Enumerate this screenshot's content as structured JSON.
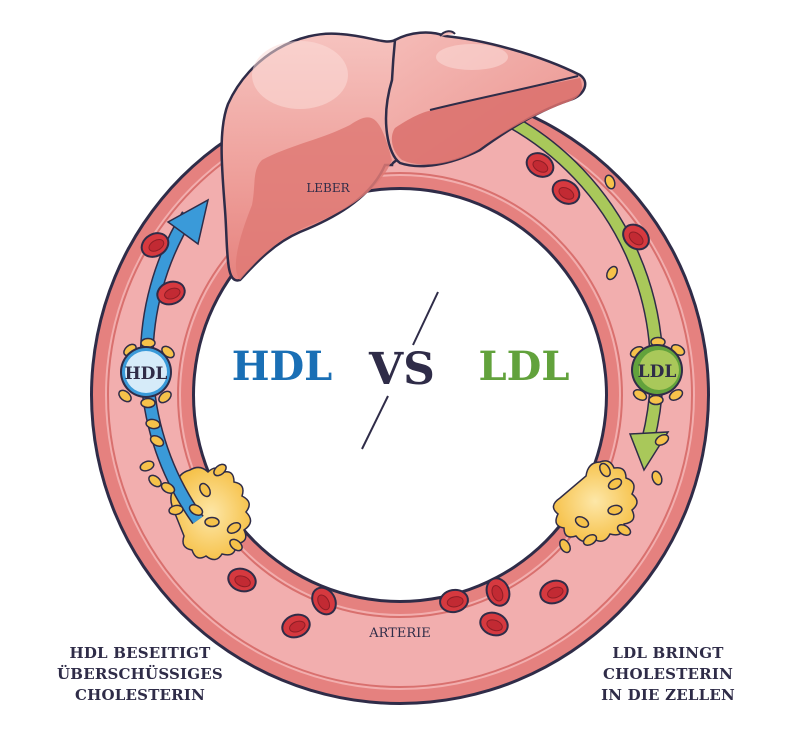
{
  "title": {
    "left": "HDL",
    "middle": "VS",
    "right": "LDL"
  },
  "labels": {
    "organ": "LEBER",
    "vessel": "ARTERIE",
    "hdl_particle": "HDL",
    "ldl_particle": "LDL"
  },
  "captions": {
    "hdl": [
      "HDL BESEITIGT",
      "ÜBERSCHÜSSIGES",
      "CHOLESTERIN"
    ],
    "ldl": [
      "LDL BRINGT",
      "CHOLESTERIN",
      "IN DIE ZELLEN"
    ]
  },
  "colors": {
    "hdl_blue": "#1a6fb5",
    "ldl_green": "#62a23c",
    "text_dark": "#2f2c48",
    "artery_pink": "#f2aeae",
    "artery_wall": "#e5817f",
    "liver": "#e98b87",
    "blood_cell": "#d6393f",
    "cholesterol_yellow": "#f6c24a",
    "hdl_arrow": "#3a9ad9",
    "ldl_arrow": "#a9c85a"
  }
}
